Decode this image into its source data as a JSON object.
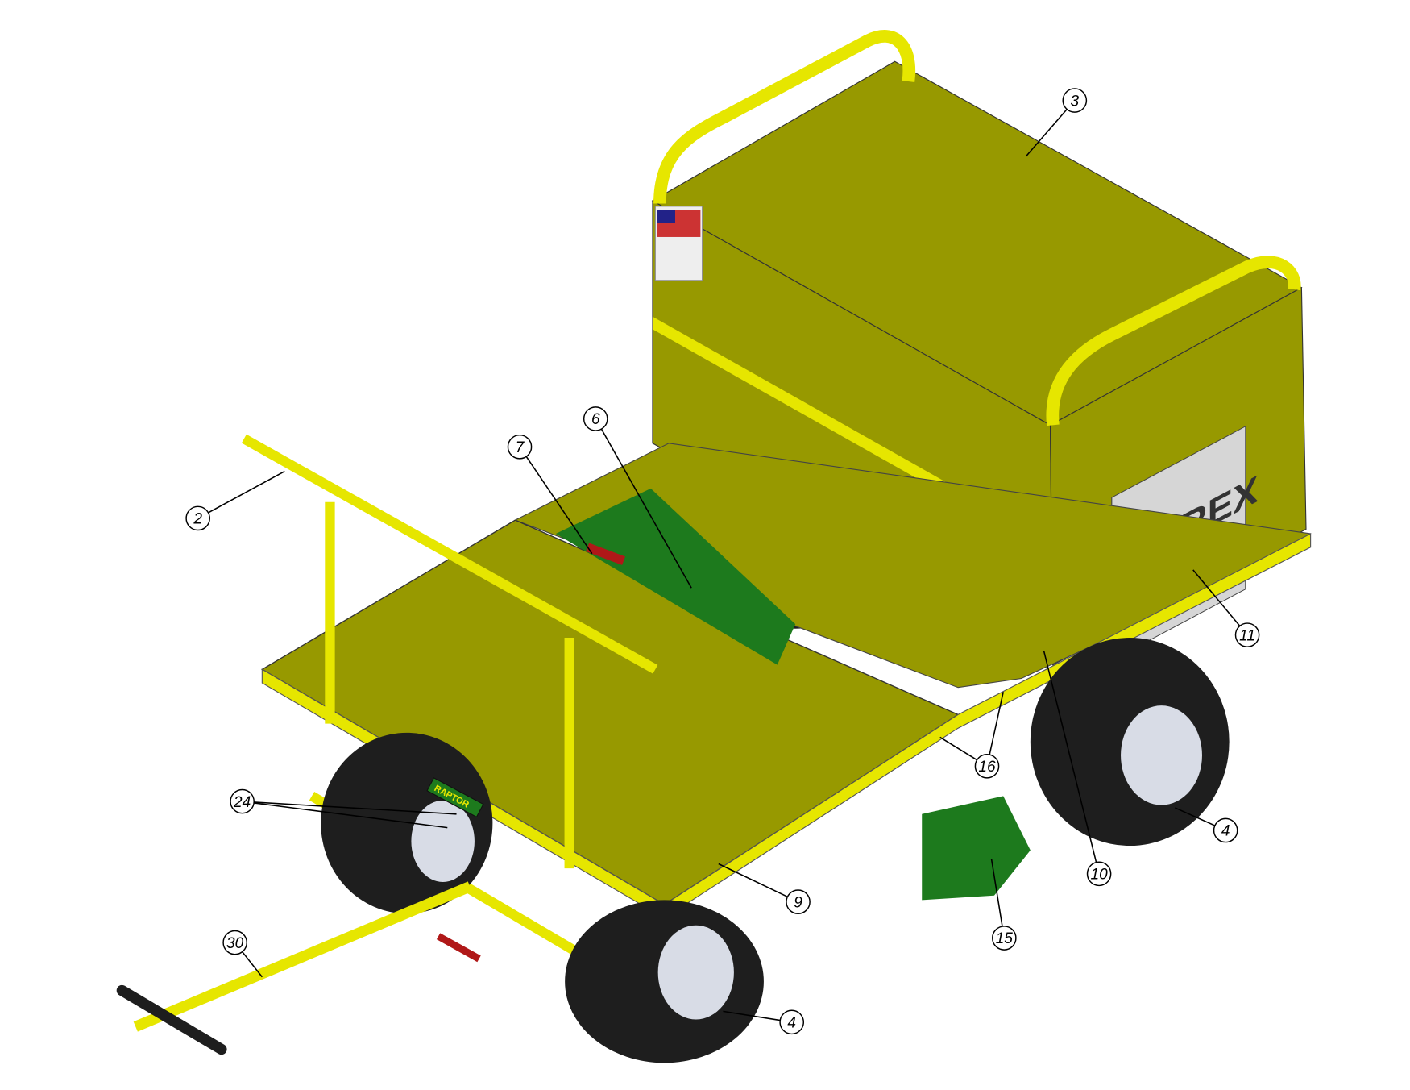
{
  "colors": {
    "body_olive": "#979900",
    "frame_yellow": "#e6e600",
    "tire_black": "#1e1e1e",
    "hub_gray": "#d8dce6",
    "bracket_green": "#1d7a1d",
    "lever_red": "#b01818"
  },
  "logo": {
    "text": "TRIREX"
  },
  "badge": {
    "text": "RAPTOR"
  },
  "callouts": [
    {
      "id": "c3",
      "label": "3"
    },
    {
      "id": "c2",
      "label": "2"
    },
    {
      "id": "c7",
      "label": "7"
    },
    {
      "id": "c6",
      "label": "6"
    },
    {
      "id": "c11",
      "label": "11"
    },
    {
      "id": "c16",
      "label": "16"
    },
    {
      "id": "c10",
      "label": "10"
    },
    {
      "id": "c4a",
      "label": "4"
    },
    {
      "id": "c24",
      "label": "24"
    },
    {
      "id": "c9",
      "label": "9"
    },
    {
      "id": "c15",
      "label": "15"
    },
    {
      "id": "c30",
      "label": "30"
    },
    {
      "id": "c4b",
      "label": "4"
    }
  ]
}
